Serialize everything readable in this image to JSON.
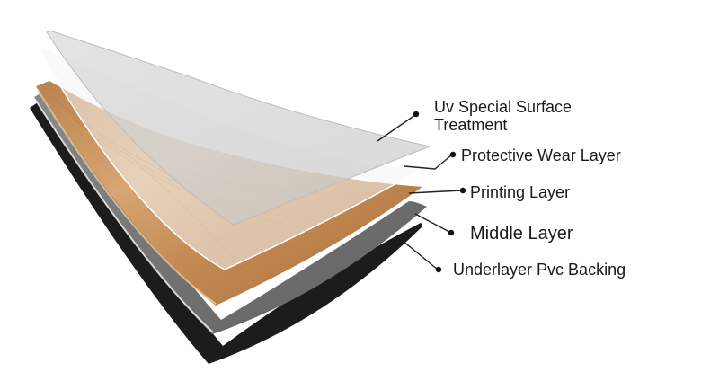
{
  "layers": [
    {
      "key": "uv",
      "label_line1": "Uv Special Surface",
      "label_line2": "Treatment",
      "color": "#d0d0d0"
    },
    {
      "key": "wear",
      "label": "Protective Wear Layer",
      "color": "#e8e8e8"
    },
    {
      "key": "print",
      "label": "Printing Layer",
      "color": "#c89058"
    },
    {
      "key": "middle",
      "label": "Middle Layer",
      "color": "#7a7a7a"
    },
    {
      "key": "under",
      "label": "Underlayer Pvc Backing",
      "color": "#1c1c1c"
    }
  ]
}
